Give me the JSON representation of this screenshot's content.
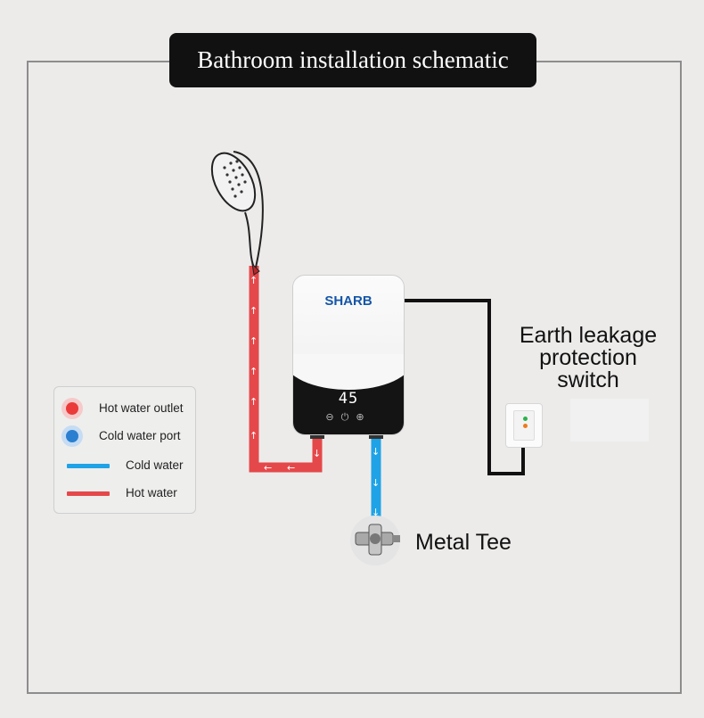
{
  "title": "Bathroom installation schematic",
  "device": {
    "brand": "SHARB",
    "display_value": "45",
    "controls": "⊖⏻⊕"
  },
  "labels": {
    "switch_line1": "Earth leakage",
    "switch_line2": "protection",
    "switch_line3": "switch",
    "tee": "Metal Tee"
  },
  "legend": {
    "hot_outlet": "Hot water outlet",
    "cold_port": "Cold water port",
    "cold_water": "Cold water",
    "hot_water": "Hot water"
  },
  "colors": {
    "hot": "#e5484a",
    "cold": "#1fa3e6",
    "wire": "#111111",
    "background": "#ecebea"
  },
  "icons": [
    "shower-head-icon",
    "water-heater-icon",
    "leakage-switch-icon",
    "metal-tee-icon"
  ]
}
